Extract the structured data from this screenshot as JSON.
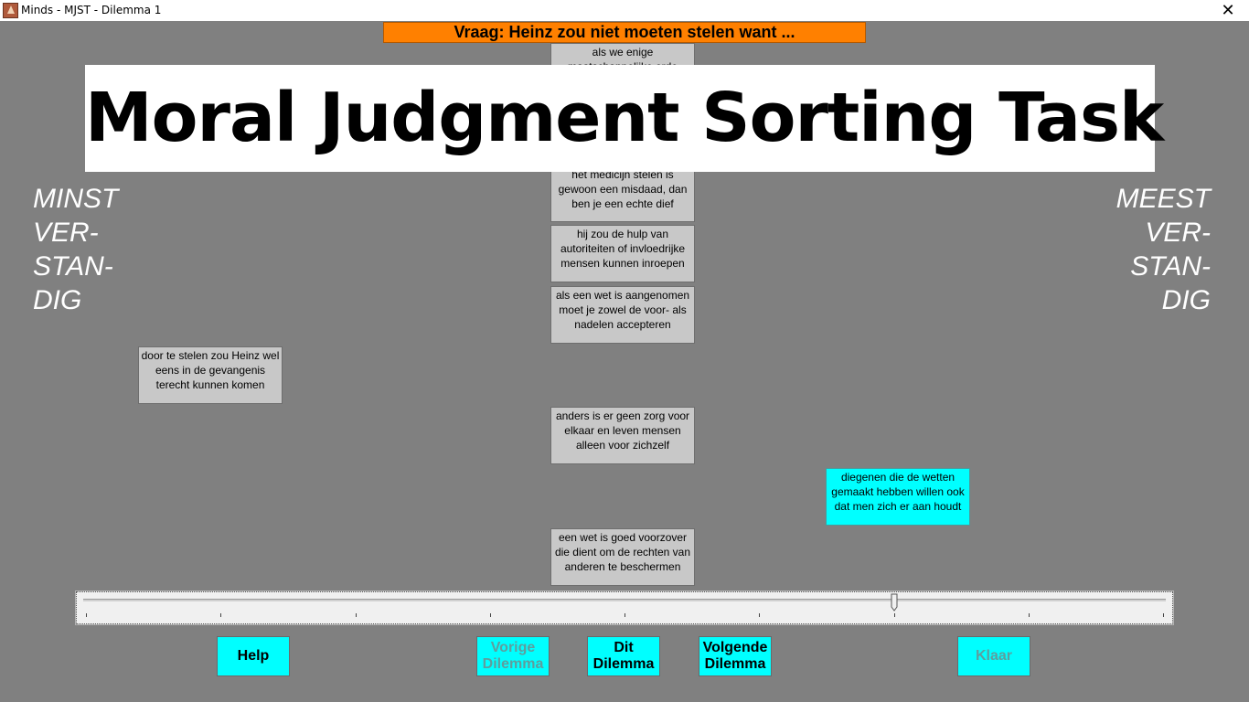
{
  "window": {
    "title": "Minds - MJST - Dilemma 1"
  },
  "question": "Vraag: Heinz zou niet moeten stelen want ...",
  "overlay_title": "Moral Judgment Sorting Task",
  "labels": {
    "left": "MINST\nVER-\nSTAN-\nDIG",
    "right": "MEEST\nVER-\nSTAN-\nDIG"
  },
  "cards": [
    {
      "text": "als we enige maatschappelijke orde",
      "color": "grey"
    },
    {
      "text": "het medicijn stelen is gewoon een misdaad, dan ben je een echte dief",
      "color": "grey"
    },
    {
      "text": "hij zou de hulp van autoriteiten of invloedrijke mensen kunnen inroepen",
      "color": "grey"
    },
    {
      "text": "als een wet is aangenomen moet je zowel de voor- als nadelen accepteren",
      "color": "grey"
    },
    {
      "text": "door te stelen zou Heinz wel eens in de gevangenis terecht kunnen komen",
      "color": "grey"
    },
    {
      "text": "anders is er geen zorg voor elkaar en leven mensen alleen voor zichzelf",
      "color": "grey"
    },
    {
      "text": "diegenen die de wetten gemaakt hebben willen ook dat men zich er aan houdt",
      "color": "cyan"
    },
    {
      "text": "een wet is goed voorzover die dient om de rechten van anderen te beschermen",
      "color": "grey"
    }
  ],
  "slider": {
    "ticks": 9,
    "selected_index": 6
  },
  "buttons": {
    "help": "Help",
    "previous": "Vorige\nDilemma",
    "current": "Dit\nDilemma",
    "next": "Volgende\nDilemma",
    "done": "Klaar"
  },
  "colors": {
    "background": "#808080",
    "question_bg": "#ff8000",
    "accent": "#00ffff",
    "card": "#c8c8c8"
  }
}
